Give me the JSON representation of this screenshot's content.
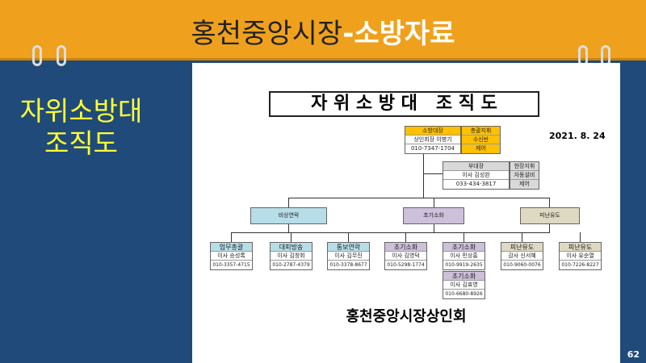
{
  "header": {
    "title_main": "홍천중앙시장",
    "title_accent": "-소방자료"
  },
  "left_title": [
    "자위소방대",
    "조직도"
  ],
  "chart": {
    "title": "자 위 소 방 대   조 직 도",
    "date": "2021. 8. 24",
    "chief": {
      "role": "소방대장",
      "name": "상인회장 이병기",
      "phone": "010-7347-1704",
      "side": [
        "총괄지휘",
        "수신반",
        "제어"
      ]
    },
    "deputy": {
      "role": "부대장",
      "name": "이사 김성완",
      "phone": "033-434-3817",
      "side": [
        "현장지휘",
        "자동설비",
        "제어"
      ]
    },
    "teams": [
      "비상연락",
      "초기소화",
      "피난유도"
    ],
    "members": [
      {
        "role": "업무총괄",
        "name": "이사 승성록",
        "phone": "010-3357-4715"
      },
      {
        "role": "대피방송",
        "name": "이사 김창회",
        "phone": "010-2787-4379"
      },
      {
        "role": "통보연락",
        "name": "이사 김무진",
        "phone": "010-3378-8677"
      },
      {
        "role": "초기소화",
        "name": "이사 김영덕",
        "phone": "010-5298-1774"
      },
      {
        "role": "초기소화",
        "name": "이사 민상홍",
        "phone": "010-9919-2635"
      },
      {
        "role": "피난유도",
        "name": "감사 신서혜",
        "phone": "010-9060-0076"
      },
      {
        "role": "피난유도",
        "name": "이사 유순열",
        "phone": "010-7226-8227"
      },
      {
        "role": "초기소화",
        "name": "이사 김효영",
        "phone": "010-6680-8926"
      }
    ],
    "footer": "홍천중앙시장상인회"
  },
  "page_number": "62",
  "colors": {
    "orange": "#efa11d",
    "blue": "#1f4a7a",
    "yellow": "#ffc000",
    "gray": "#d9d9d9",
    "cyan": "#b7dde8",
    "purple": "#ccc0da",
    "tan": "#ddd9c3"
  }
}
